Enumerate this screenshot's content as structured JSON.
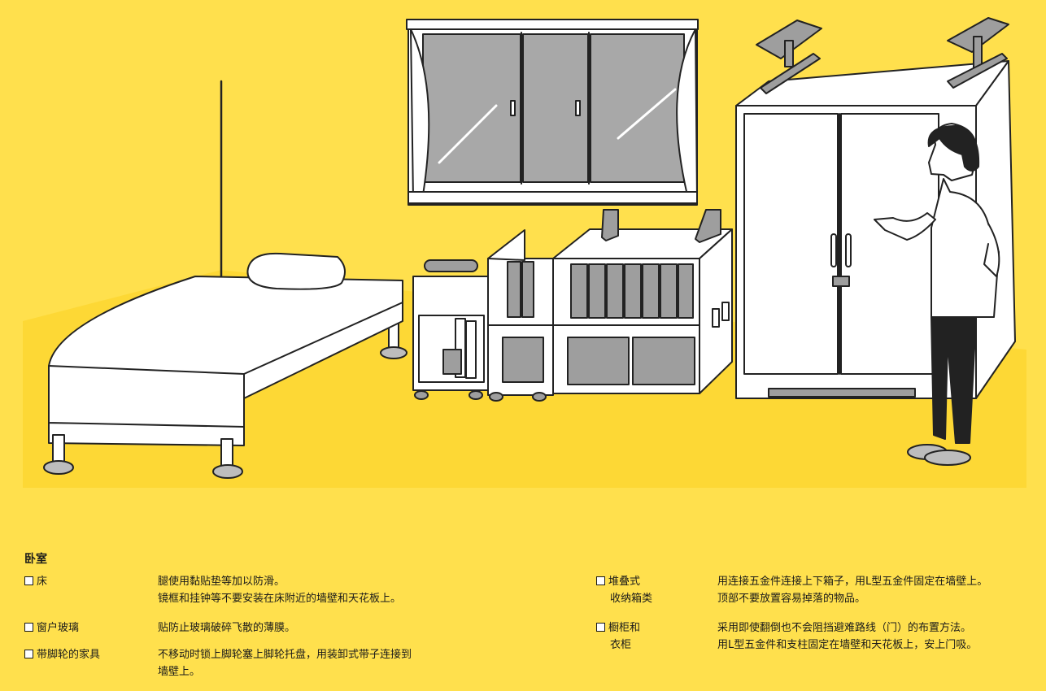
{
  "section": {
    "title": "卧室"
  },
  "items_left": [
    {
      "label": [
        "床"
      ],
      "desc": [
        "腿使用黏贴垫等加以防滑。",
        "镜框和挂钟等不要安装在床附近的墙壁和天花板上。"
      ]
    },
    {
      "label": [
        "窗户玻璃"
      ],
      "desc": [
        "贴防止玻璃破碎飞散的薄膜。"
      ]
    },
    {
      "label": [
        "带脚轮的家具"
      ],
      "desc": [
        "不移动时锁上脚轮塞上脚轮托盘，用装卸式带子连接到",
        "墙壁上。"
      ]
    }
  ],
  "items_right": [
    {
      "label": [
        "堆叠式",
        "收纳箱类"
      ],
      "desc": [
        "用连接五金件连接上下箱子，用L型五金件固定在墙壁上。",
        "顶部不要放置容易掉落的物品。"
      ]
    },
    {
      "label": [
        "橱柜和",
        "衣柜"
      ],
      "desc": [
        "采用即使翻倒也不会阻挡避难路线（门）的布置方法。",
        "用L型五金件和支柱固定在墙壁和天花板上，安上门吸。"
      ]
    }
  ],
  "colors": {
    "background": "#ffe04d",
    "floor": "#fdd835",
    "furniture": "#ffffff",
    "line": "#222222",
    "glass": "#a8a8a8",
    "box": "#9e9e9e"
  }
}
